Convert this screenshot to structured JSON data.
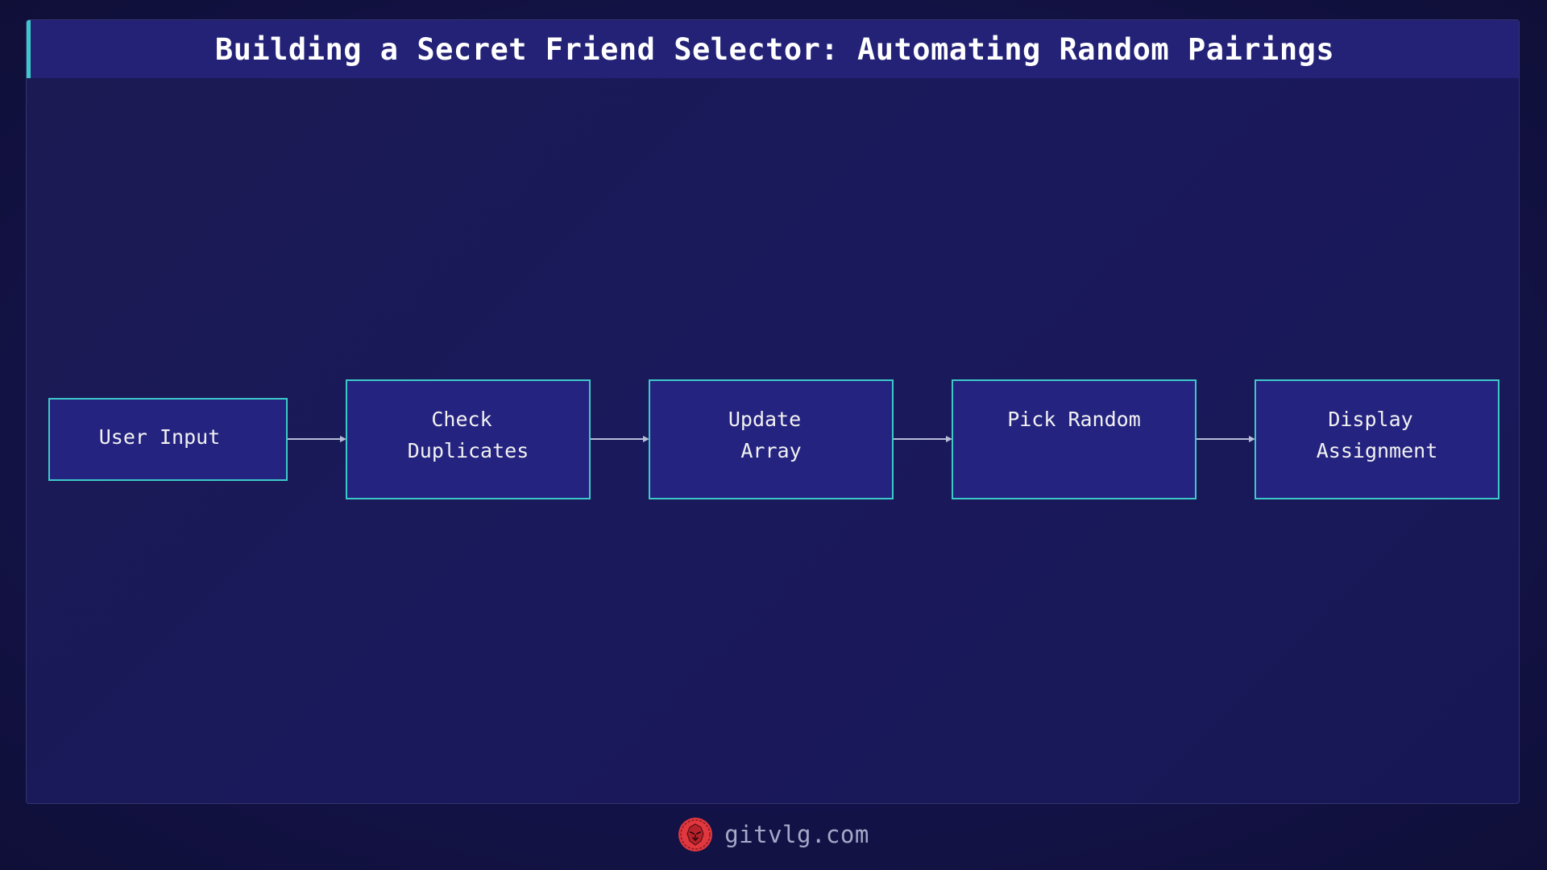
{
  "header": {
    "title": "Building a Secret Friend Selector: Automating Random Pairings"
  },
  "flow": {
    "nodes": [
      {
        "id": "user-input",
        "lines": [
          "User Input"
        ]
      },
      {
        "id": "check-duplicates",
        "lines": [
          "Check",
          "Duplicates"
        ]
      },
      {
        "id": "update-array",
        "lines": [
          "Update",
          "Array"
        ]
      },
      {
        "id": "pick-random",
        "lines": [
          "Pick Random"
        ]
      },
      {
        "id": "display-assignment",
        "lines": [
          "Display",
          "Assignment"
        ]
      }
    ]
  },
  "footer": {
    "logo_icon": "lion-head-icon",
    "site": "gitvlg.com"
  },
  "colors": {
    "background": "#14134a",
    "title_bar": "#232277",
    "accent": "#3ec9c9",
    "node_fill": "#242380",
    "arrow": "#b8bcd8",
    "logo": "#e0383e"
  }
}
